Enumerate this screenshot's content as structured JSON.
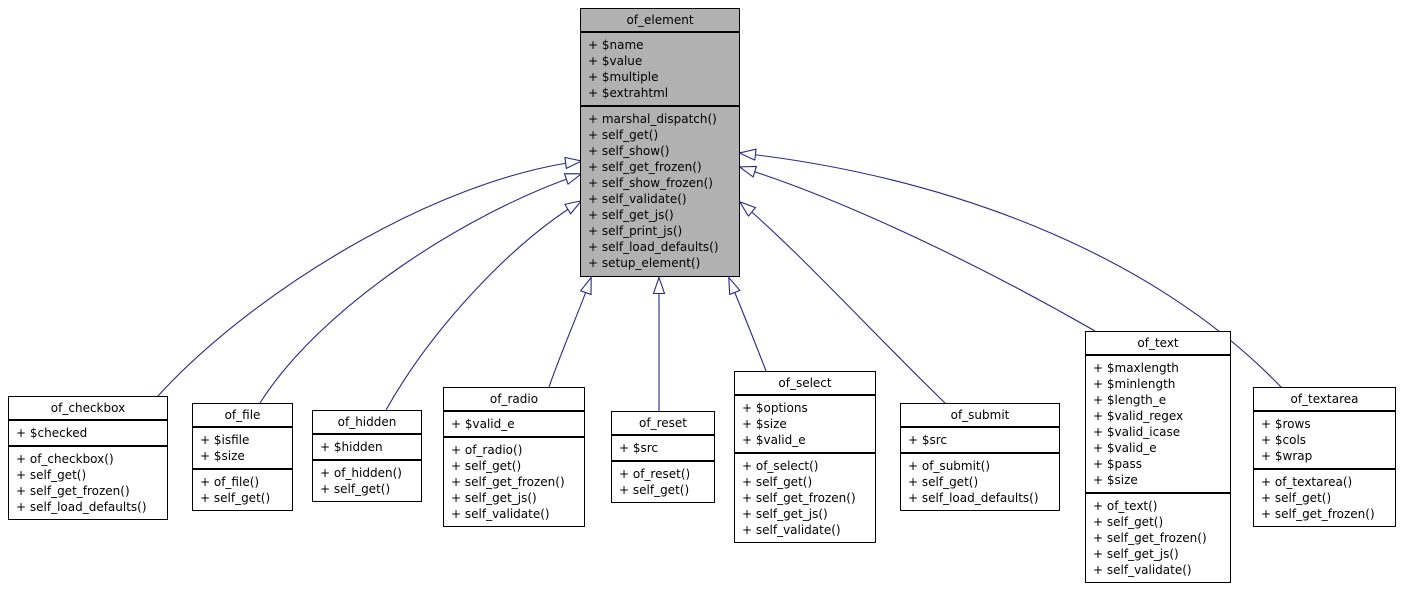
{
  "diagram": {
    "type": "uml-class-inheritance",
    "highlighted_class": "of_element",
    "colors": {
      "background": "#ffffff",
      "node_fill": "#ffffff",
      "highlight_fill": "#b1b1b1",
      "border": "#000000",
      "text": "#000000",
      "edge": "#28288a"
    },
    "classes": [
      {
        "name": "of_element",
        "attributes": [
          "+ $name",
          "+ $value",
          "+ $multiple",
          "+ $extrahtml"
        ],
        "methods": [
          "+ marshal_dispatch()",
          "+ self_get()",
          "+ self_show()",
          "+ self_get_frozen()",
          "+ self_show_frozen()",
          "+ self_validate()",
          "+ self_get_js()",
          "+ self_print_js()",
          "+ self_load_defaults()",
          "+ setup_element()"
        ]
      },
      {
        "name": "of_checkbox",
        "attributes": [
          "+ $checked"
        ],
        "methods": [
          "+ of_checkbox()",
          "+ self_get()",
          "+ self_get_frozen()",
          "+ self_load_defaults()"
        ]
      },
      {
        "name": "of_file",
        "attributes": [
          "+ $isfile",
          "+ $size"
        ],
        "methods": [
          "+ of_file()",
          "+ self_get()"
        ]
      },
      {
        "name": "of_hidden",
        "attributes": [
          "+ $hidden"
        ],
        "methods": [
          "+ of_hidden()",
          "+ self_get()"
        ]
      },
      {
        "name": "of_radio",
        "attributes": [
          "+ $valid_e"
        ],
        "methods": [
          "+ of_radio()",
          "+ self_get()",
          "+ self_get_frozen()",
          "+ self_get_js()",
          "+ self_validate()"
        ]
      },
      {
        "name": "of_reset",
        "attributes": [
          "+ $src"
        ],
        "methods": [
          "+ of_reset()",
          "+ self_get()"
        ]
      },
      {
        "name": "of_select",
        "attributes": [
          "+ $options",
          "+ $size",
          "+ $valid_e"
        ],
        "methods": [
          "+ of_select()",
          "+ self_get()",
          "+ self_get_frozen()",
          "+ self_get_js()",
          "+ self_validate()"
        ]
      },
      {
        "name": "of_submit",
        "attributes": [
          "+ $src"
        ],
        "methods": [
          "+ of_submit()",
          "+ self_get()",
          "+ self_load_defaults()"
        ]
      },
      {
        "name": "of_text",
        "attributes": [
          "+ $maxlength",
          "+ $minlength",
          "+ $length_e",
          "+ $valid_regex",
          "+ $valid_icase",
          "+ $valid_e",
          "+ $pass",
          "+ $size"
        ],
        "methods": [
          "+ of_text()",
          "+ self_get()",
          "+ self_get_frozen()",
          "+ self_get_js()",
          "+ self_validate()"
        ]
      },
      {
        "name": "of_textarea",
        "attributes": [
          "+ $rows",
          "+ $cols",
          "+ $wrap"
        ],
        "methods": [
          "+ of_textarea()",
          "+ self_get()",
          "+ self_get_frozen()"
        ]
      }
    ],
    "edges": [
      {
        "from": "of_checkbox",
        "to": "of_element",
        "relation": "inherits"
      },
      {
        "from": "of_file",
        "to": "of_element",
        "relation": "inherits"
      },
      {
        "from": "of_hidden",
        "to": "of_element",
        "relation": "inherits"
      },
      {
        "from": "of_radio",
        "to": "of_element",
        "relation": "inherits"
      },
      {
        "from": "of_reset",
        "to": "of_element",
        "relation": "inherits"
      },
      {
        "from": "of_select",
        "to": "of_element",
        "relation": "inherits"
      },
      {
        "from": "of_submit",
        "to": "of_element",
        "relation": "inherits"
      },
      {
        "from": "of_text",
        "to": "of_element",
        "relation": "inherits"
      },
      {
        "from": "of_textarea",
        "to": "of_element",
        "relation": "inherits"
      }
    ]
  }
}
